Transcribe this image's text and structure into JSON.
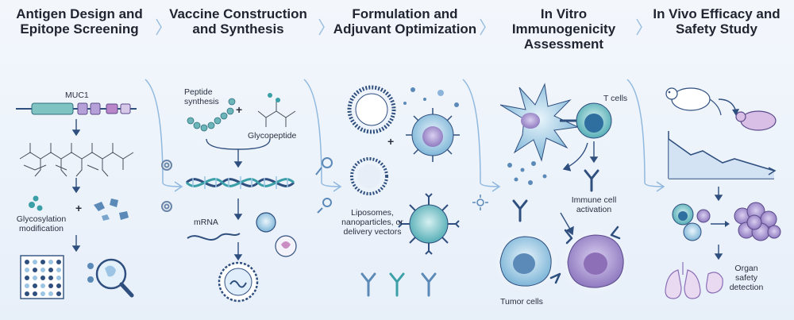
{
  "stages": [
    {
      "title": "Antigen Design and Epitope Screening"
    },
    {
      "title": "Vaccine Construction and Synthesis"
    },
    {
      "title": "Formulation and Adjuvant Optimization"
    },
    {
      "title": "In Vitro Immunogenicity Assessment"
    },
    {
      "title": "In Vivo Efficacy and Safety Study"
    }
  ],
  "labels": {
    "muc1": "MUC1",
    "glycosylation": "Glycosylation modification",
    "plus1": "+",
    "peptide_synthesis": "Peptide synthesis",
    "plus2": "+",
    "glycopeptide": "Glycopeptide",
    "mrna": "mRNA",
    "plus3": "+",
    "delivery": "Liposomes, nanoparticles, or delivery vectors",
    "tcells": "T cells",
    "immune_activation": "Immune cell activation",
    "tumor_cells": "Tumor cells",
    "organ_safety": "Organ safety detection"
  },
  "colors": {
    "bg": "#eef3fa",
    "text": "#1f2430",
    "teal": "#3a9fa6",
    "navy": "#2f4f7f",
    "purple": "#8c6fb7",
    "pink": "#c98cc3",
    "lightblue": "#9cc4e4"
  }
}
